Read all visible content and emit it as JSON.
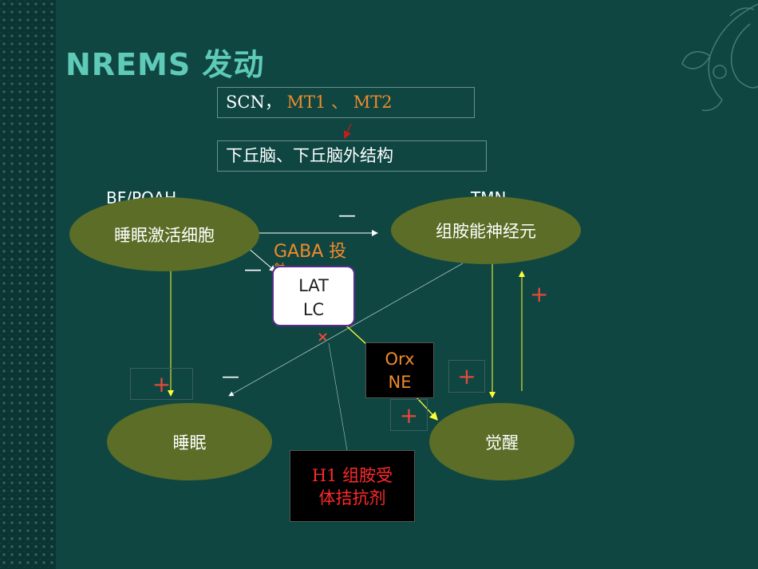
{
  "title": "NREMS 发动",
  "top_box": {
    "prefix": "SCN，",
    "highlight": "MT1 、 MT2"
  },
  "second_box": "下丘脑、下丘脑外结构",
  "nodes": {
    "bf_label": "BF/POAH",
    "tmn_label": "TMN",
    "sleep_active": "睡眠激活细胞",
    "histamine": "组胺能神经元",
    "sleep": "睡眠",
    "wake": "觉醒"
  },
  "gaba_label": "GABA 投",
  "lat_box": {
    "line1": "LAT",
    "line2": "LC"
  },
  "orx_box": {
    "line1": "Orx",
    "line2": "NE"
  },
  "h1_box": {
    "line1": "H1 组胺受",
    "line2": "体拮抗剂"
  },
  "signs": {
    "plus": "+",
    "minus": "—",
    "cross": "×"
  },
  "colors": {
    "background": "#0f4642",
    "title": "#5fcab8",
    "ellipse": "#5b6d26",
    "orange": "#f08a2a",
    "red": "#ff2a2a",
    "arrow_yellow": "#ffff33"
  }
}
